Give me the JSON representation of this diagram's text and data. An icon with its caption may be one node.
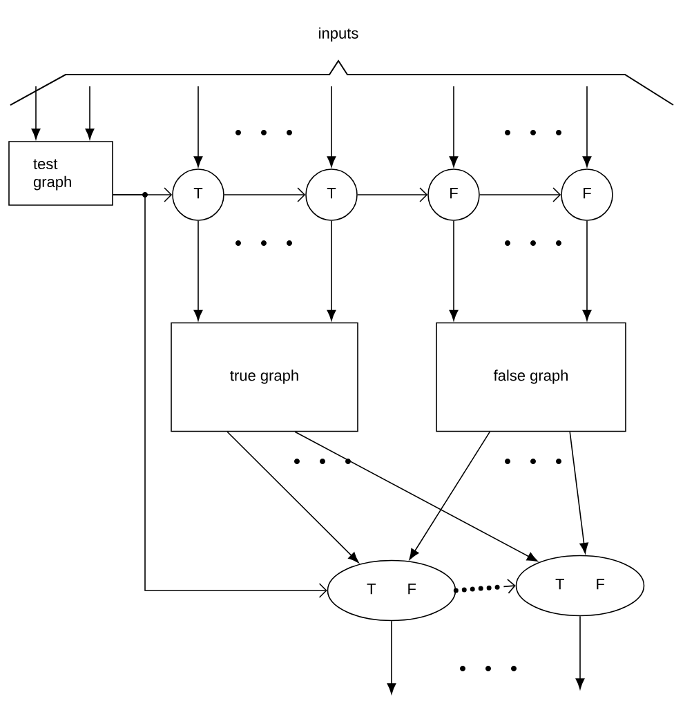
{
  "diagram": {
    "nodes": [
      {
        "text": [
          "test graph"
        ]
      },
      {
        "text": [
          "T"
        ]
      },
      {
        "text": [
          "T"
        ]
      },
      {
        "text": [
          "F"
        ]
      },
      {
        "text": [
          "F"
        ]
      },
      {
        "text": [
          "true graph"
        ]
      },
      {
        "text": [
          "false graph"
        ]
      },
      {
        "text": [
          "T",
          "F"
        ]
      },
      {
        "text": [
          "T",
          "F"
        ]
      }
    ],
    "edges": [
      {
        "from": null,
        "to": 0,
        "arrow": "to"
      },
      {
        "from": null,
        "to": 0,
        "arrow": "to"
      },
      {
        "from": null,
        "to": 1,
        "arrow": "to"
      },
      {
        "from": null,
        "to": 2,
        "arrow": "to"
      },
      {
        "from": null,
        "to": 3,
        "arrow": "to"
      },
      {
        "from": null,
        "to": 4,
        "arrow": "to"
      },
      {
        "from": 0,
        "to": 1,
        "arrow": "to"
      },
      {
        "from": 0,
        "to": 7,
        "arrow": "to"
      },
      {
        "from": 1,
        "to": 2,
        "arrow": "to"
      },
      {
        "from": 2,
        "to": 3,
        "arrow": "to"
      },
      {
        "from": 3,
        "to": 4,
        "arrow": "to"
      },
      {
        "from": 1,
        "to": 5,
        "arrow": "to"
      },
      {
        "from": 2,
        "to": 5,
        "arrow": "to"
      },
      {
        "from": 3,
        "to": 6,
        "arrow": "to"
      },
      {
        "from": 4,
        "to": 6,
        "arrow": "to"
      },
      {
        "from": 5,
        "to": 7,
        "arrow": "to"
      },
      {
        "from": 5,
        "to": 8,
        "arrow": "to"
      },
      {
        "from": 6,
        "to": 7,
        "arrow": "to"
      },
      {
        "from": 6,
        "to": 8,
        "arrow": "to"
      },
      {
        "from": 7,
        "to": 8,
        "arrow": "to",
        "style": "dashed"
      },
      {
        "from": 7,
        "to": null,
        "arrow": "to"
      },
      {
        "from": 8,
        "to": null,
        "arrow": "to"
      }
    ],
    "labels": [
      "inputs"
    ]
  }
}
